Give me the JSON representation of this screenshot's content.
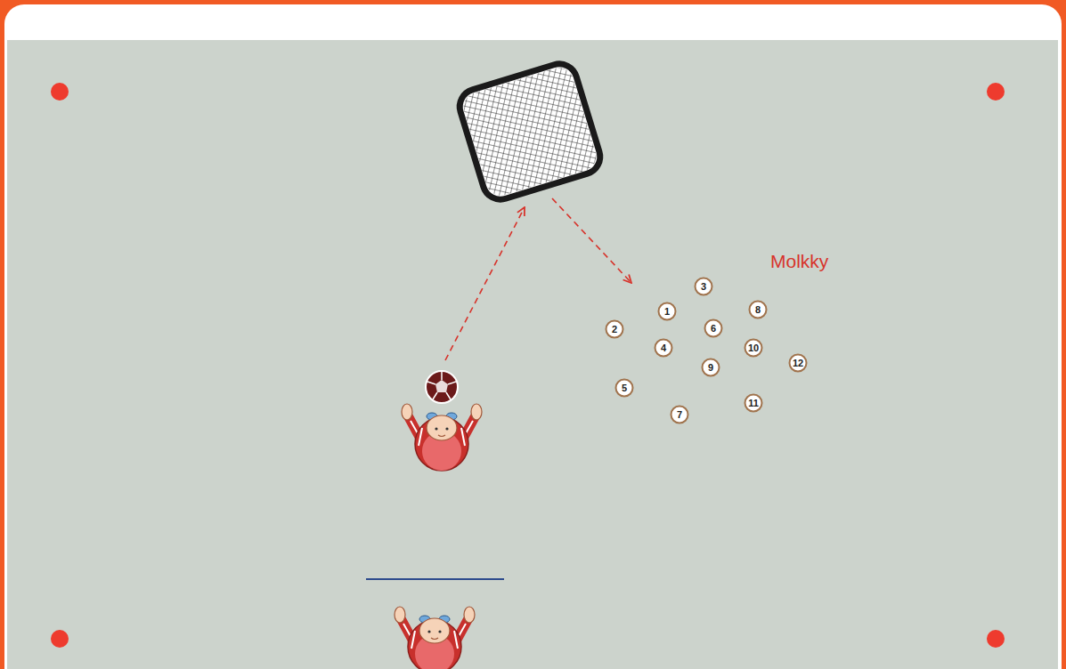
{
  "diagram": {
    "nodes": [
      {
        "text": [
          "1"
        ]
      },
      {
        "text": [
          "2"
        ]
      },
      {
        "text": [
          "3"
        ]
      },
      {
        "text": [
          "4"
        ]
      },
      {
        "text": [
          "5"
        ]
      },
      {
        "text": [
          "6"
        ]
      },
      {
        "text": [
          "7"
        ]
      },
      {
        "text": [
          "8"
        ]
      },
      {
        "text": [
          "9"
        ]
      },
      {
        "text": [
          "10"
        ]
      },
      {
        "text": [
          "11"
        ]
      },
      {
        "text": [
          "12"
        ]
      }
    ],
    "labels": [
      "Molkky"
    ]
  }
}
